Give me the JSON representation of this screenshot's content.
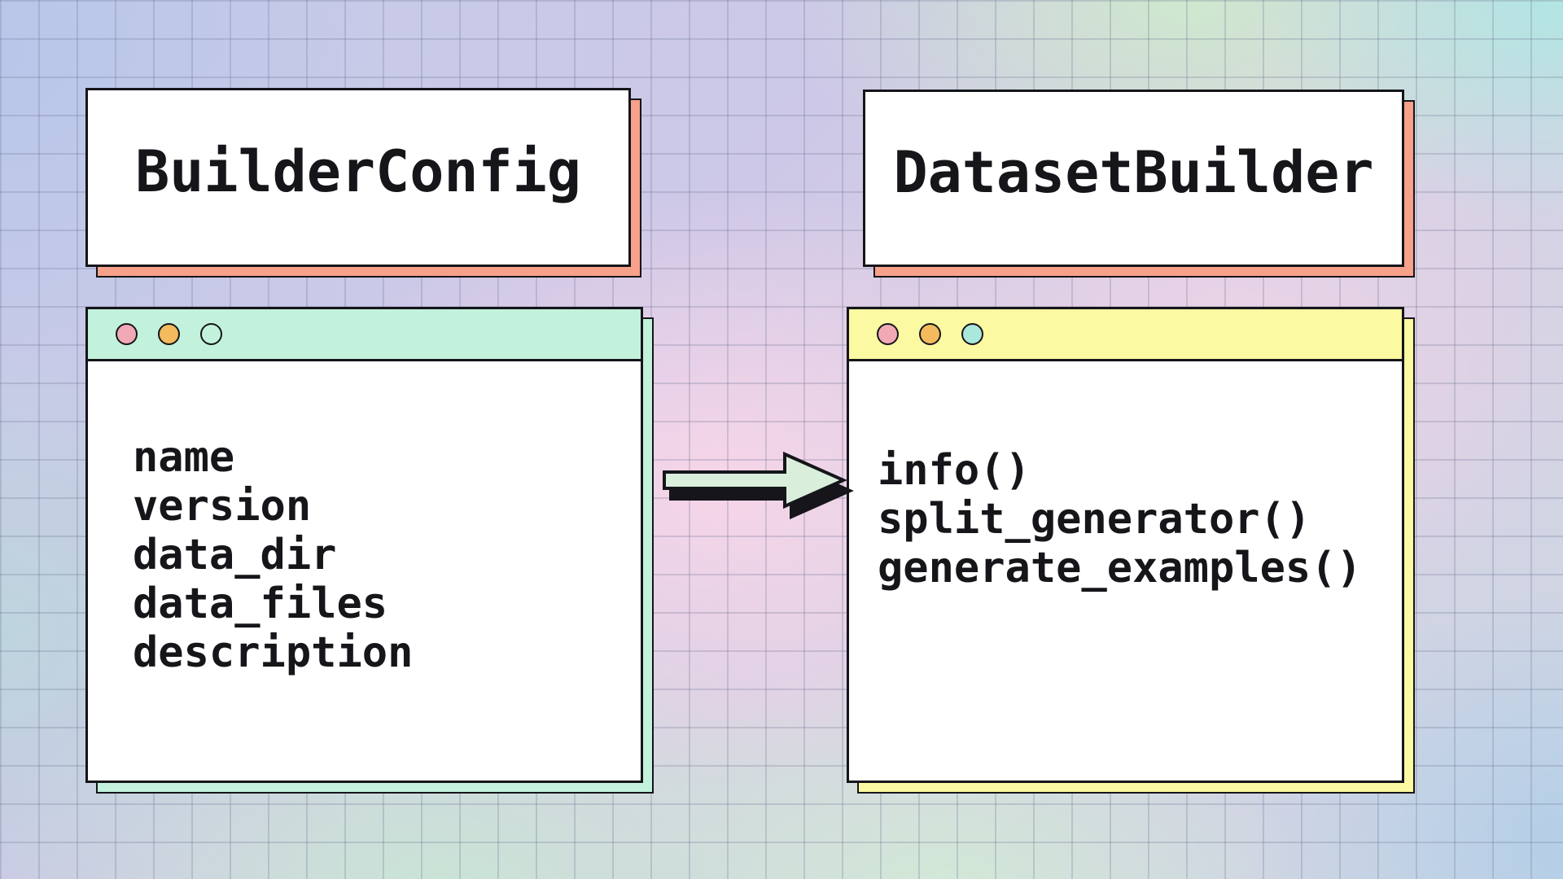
{
  "colors": {
    "ink": "#15151a",
    "card-bg": "#ffffff",
    "salmon": "#f7a08a",
    "mint": "#c2f2dc",
    "yellow": "#fbf9a1",
    "dot-pink": "#f2a9b6",
    "dot-orange": "#f3bb5e",
    "dot-mint": "#a9e8db",
    "arrow-fill": "#d9eedb"
  },
  "left_panel": {
    "title": "BuilderConfig",
    "attributes": [
      "name",
      "version",
      "data_dir",
      "data_files",
      "description"
    ]
  },
  "right_panel": {
    "title": "DatasetBuilder",
    "methods": [
      "info()",
      "split_generator()",
      "generate_examples()"
    ]
  },
  "arrow": {
    "direction": "left-to-right"
  }
}
